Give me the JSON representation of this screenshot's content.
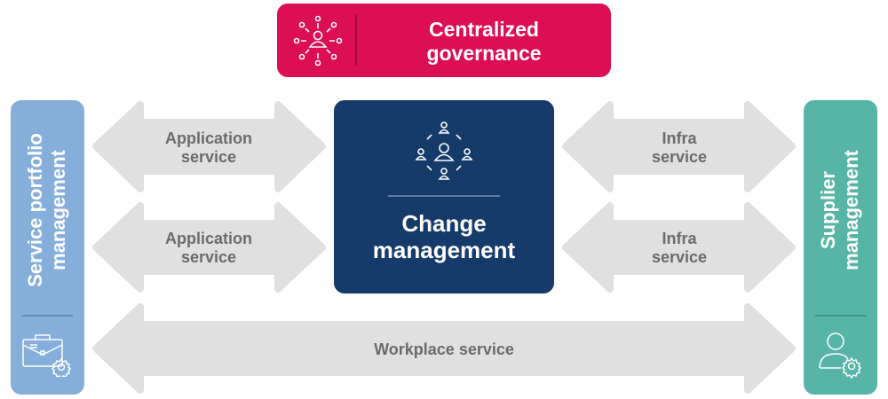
{
  "colors": {
    "governance": "#dc0e54",
    "change": "#163a6a",
    "portfolio": "#85aedb",
    "supplier": "#56b5a6",
    "arrow": "#e0e0e0",
    "arrow_text": "#6b6b6b"
  },
  "governance": {
    "line1": "Centralized",
    "line2": "governance",
    "icon": "hub-person-arrows-icon"
  },
  "change": {
    "line1": "Change",
    "line2": "management",
    "icon": "team-cycle-icon"
  },
  "portfolio": {
    "line1": "Service portfolio",
    "line2": "management",
    "icon": "briefcase-gear-icon"
  },
  "supplier": {
    "line1": "Supplier",
    "line2": "management",
    "icon": "person-gear-icon"
  },
  "arrows": {
    "left_top": {
      "line1": "Application",
      "line2": "service"
    },
    "left_mid": {
      "line1": "Application",
      "line2": "service"
    },
    "right_top": {
      "line1": "Infra",
      "line2": "service"
    },
    "right_mid": {
      "line1": "Infra",
      "line2": "service"
    },
    "bottom": {
      "line1": "Workplace service"
    }
  }
}
